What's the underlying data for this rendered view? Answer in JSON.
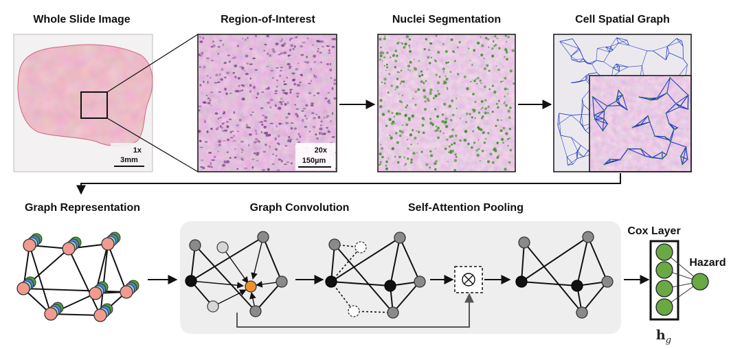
{
  "panels": {
    "wsi": {
      "title": "Whole Slide Image",
      "magnification": "1x",
      "scale": "3mm"
    },
    "roi": {
      "title": "Region-of-Interest",
      "magnification": "20x",
      "scale": "150µm"
    },
    "seg": {
      "title": "Nuclei Segmentation"
    },
    "graph": {
      "title": "Cell Spatial Graph"
    }
  },
  "pipeline": {
    "graph_representation": "Graph Representation",
    "graph_convolution": "Graph Convolution",
    "self_attention_pooling": "Self-Attention Pooling",
    "cox_layer": "Cox Layer",
    "hazard": "Hazard",
    "embedding_symbol": "h",
    "embedding_subscript": "g"
  },
  "colors": {
    "tissue_pink": "#d77f9b",
    "tissue_purple": "#6a3a7e",
    "nucleus_green": "#3f8f2a",
    "graph_edge_blue": "#1f3fbf",
    "node_salmon": "#f19b90",
    "node_gray": "#8a8a8a",
    "node_black": "#111111",
    "node_orange": "#f0902a",
    "cox_green": "#6aa844",
    "panel_bg": "#eeeeee"
  }
}
